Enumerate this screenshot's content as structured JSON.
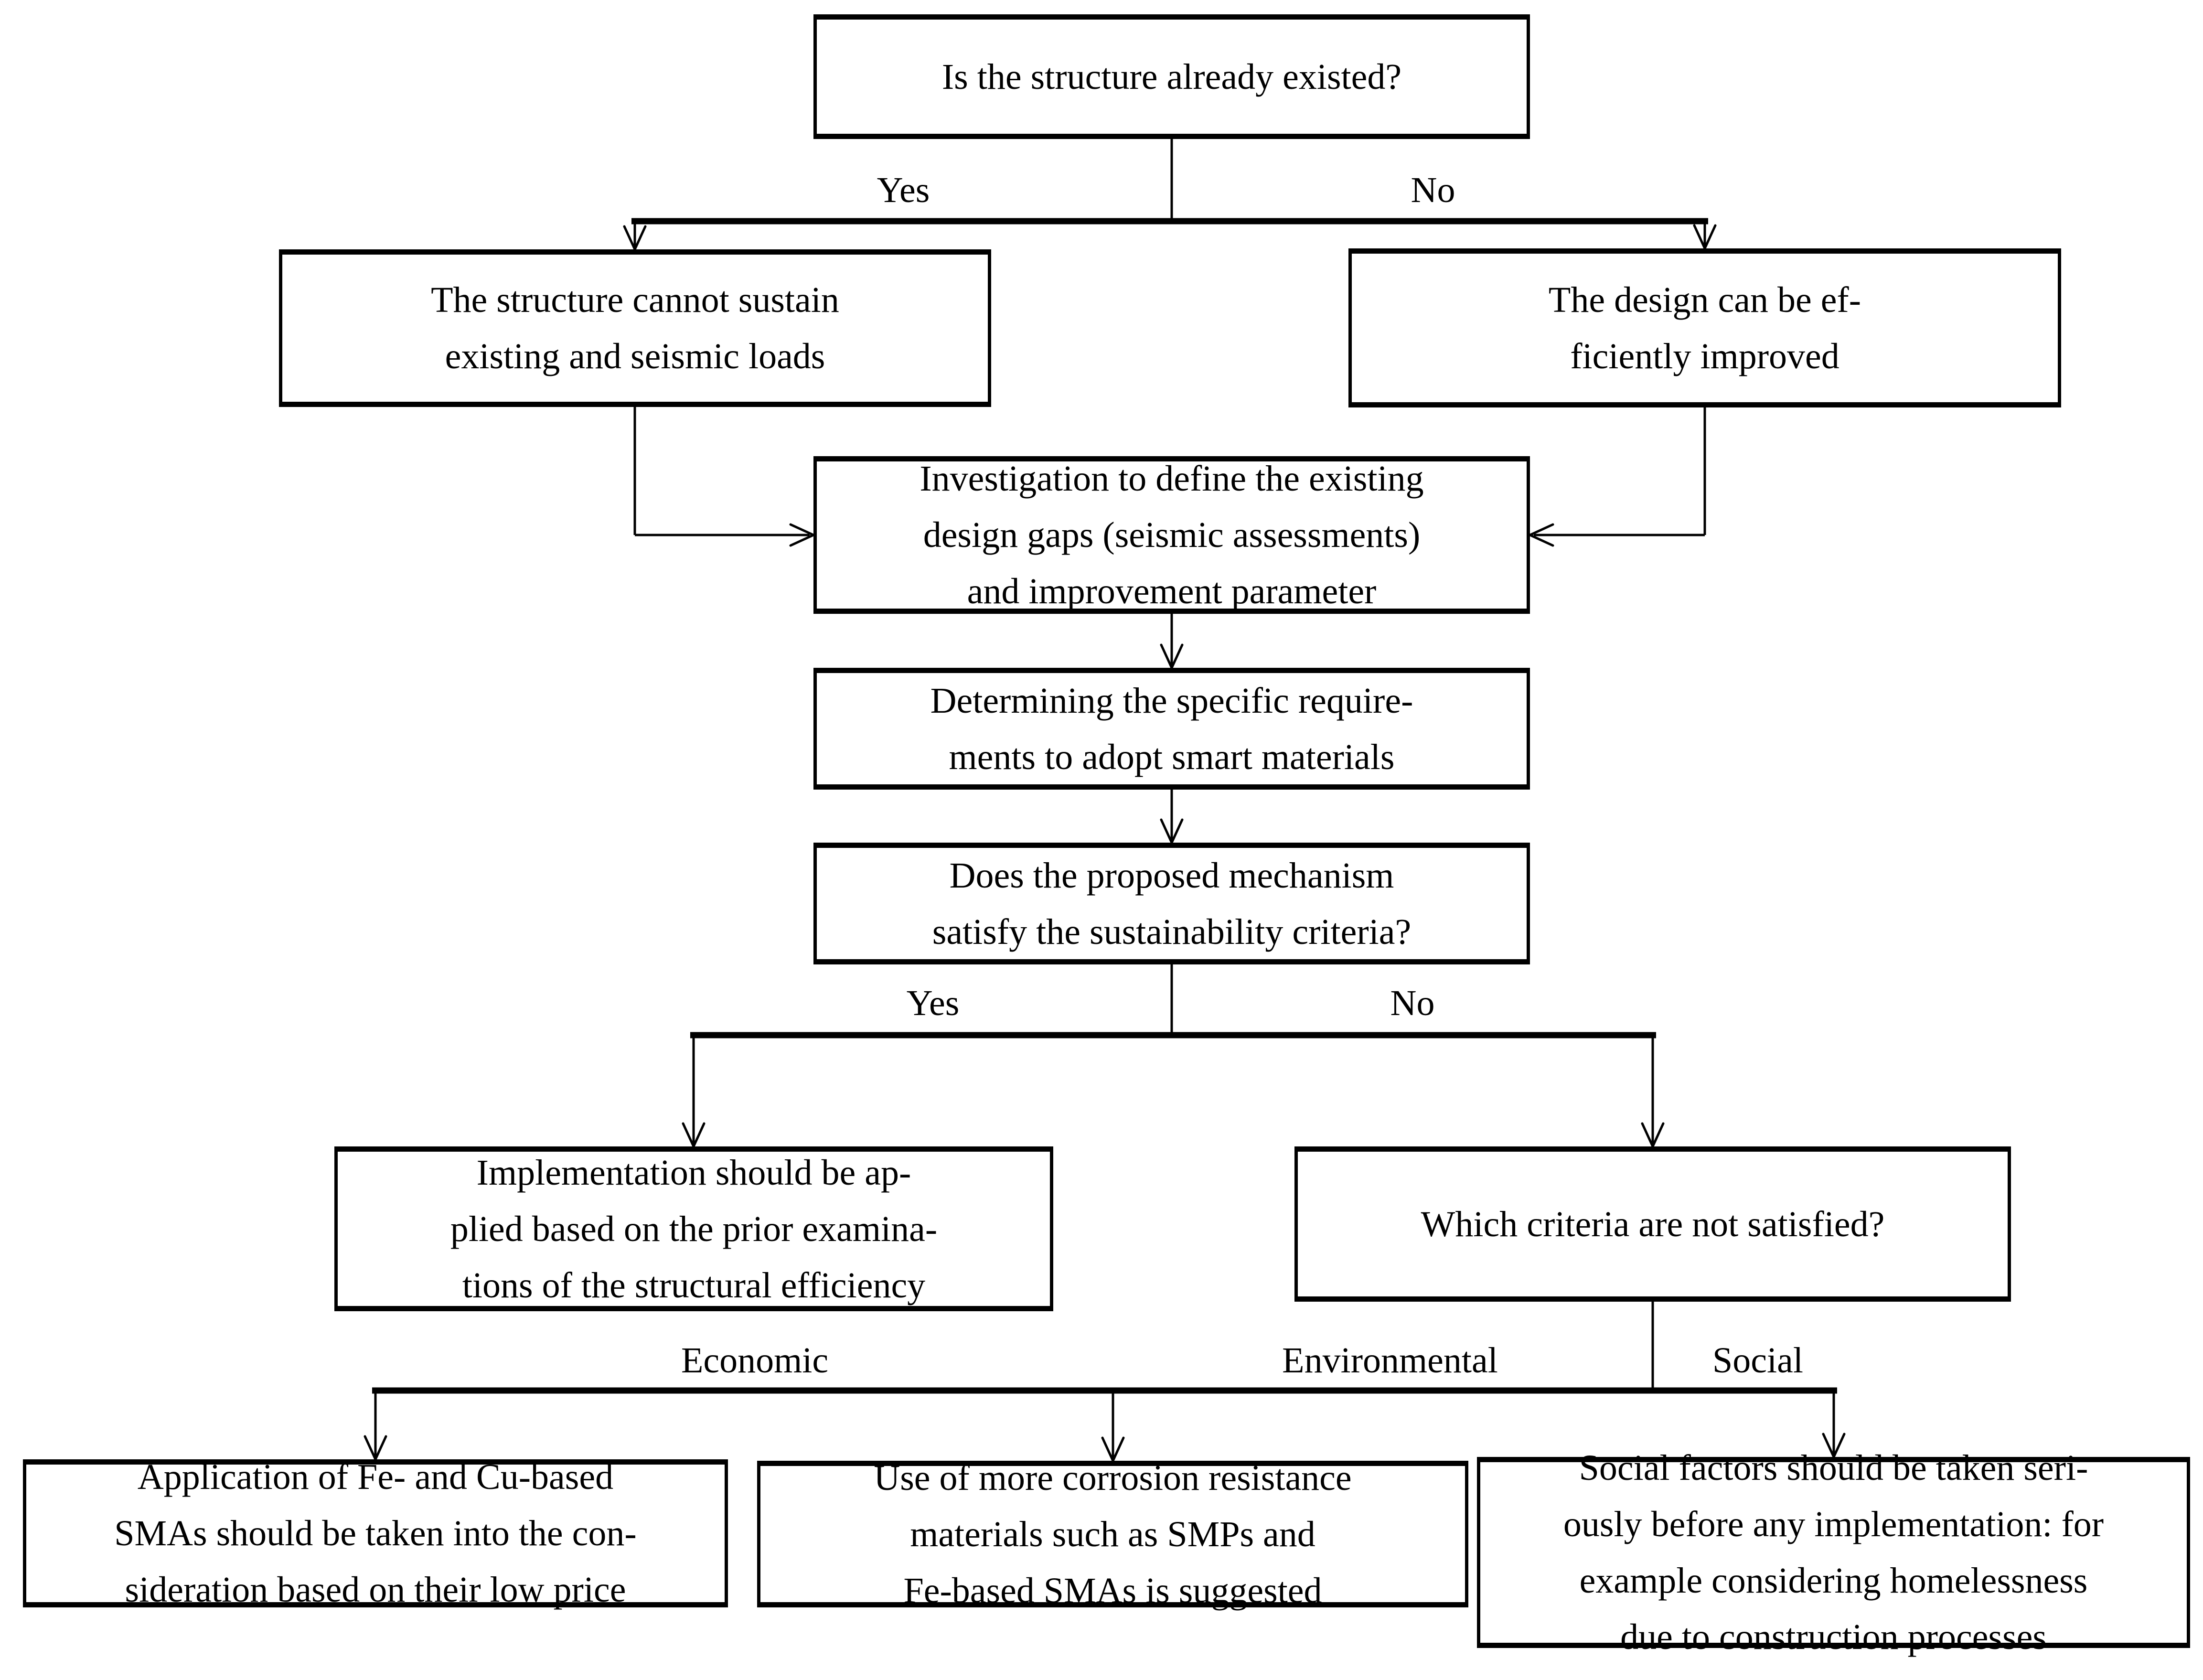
{
  "diagram": {
    "type": "flowchart",
    "colors": {
      "stroke": "#000000",
      "background": "#ffffff",
      "text": "#000000"
    },
    "nodes": {
      "q_exists": {
        "lines": [
          "Is the structure already existed?"
        ]
      },
      "cannot_sustain": {
        "lines": [
          "The structure cannot sustain",
          "existing and seismic loads"
        ]
      },
      "design_improved": {
        "lines": [
          "The design can be ef-",
          "ficiently improved"
        ]
      },
      "investigation": {
        "lines": [
          "Investigation to define the existing",
          "design gaps (seismic assessments)",
          "and improvement parameter"
        ]
      },
      "determining": {
        "lines": [
          "Determining the specific require-",
          "ments to adopt smart materials"
        ]
      },
      "q_sustainability": {
        "lines": [
          "Does the proposed mechanism",
          "satisfy the sustainability criteria?"
        ]
      },
      "implementation": {
        "lines": [
          "Implementation should be ap-",
          "plied based on the prior examina-",
          "tions of the structural efficiency"
        ]
      },
      "q_criteria": {
        "lines": [
          "Which criteria are not satisfied?"
        ]
      },
      "economic_action": {
        "lines": [
          "Application of Fe- and Cu-based",
          "SMAs should be taken into the con-",
          "sideration based on their low price"
        ]
      },
      "environmental_action": {
        "lines": [
          "Use of more corrosion resistance",
          "materials such as SMPs and",
          "Fe-based SMAs is suggested"
        ]
      },
      "social_action": {
        "lines": [
          "Social factors should be taken seri-",
          "ously before any implementation: for",
          "example considering homelessness",
          "due to construction processes"
        ]
      }
    },
    "edge_labels": {
      "exists_yes": "Yes",
      "exists_no": "No",
      "sustain_yes": "Yes",
      "sustain_no": "No",
      "economic": "Economic",
      "environmental": "Environmental",
      "social": "Social"
    },
    "edges": [
      {
        "from": "q_exists",
        "to": "cannot_sustain",
        "label": "Yes"
      },
      {
        "from": "q_exists",
        "to": "design_improved",
        "label": "No"
      },
      {
        "from": "cannot_sustain",
        "to": "investigation",
        "label": ""
      },
      {
        "from": "design_improved",
        "to": "investigation",
        "label": ""
      },
      {
        "from": "investigation",
        "to": "determining",
        "label": ""
      },
      {
        "from": "determining",
        "to": "q_sustainability",
        "label": ""
      },
      {
        "from": "q_sustainability",
        "to": "implementation",
        "label": "Yes"
      },
      {
        "from": "q_sustainability",
        "to": "q_criteria",
        "label": "No"
      },
      {
        "from": "q_criteria",
        "to": "economic_action",
        "label": "Economic"
      },
      {
        "from": "q_criteria",
        "to": "environmental_action",
        "label": "Environmental"
      },
      {
        "from": "q_criteria",
        "to": "social_action",
        "label": "Social"
      }
    ]
  }
}
